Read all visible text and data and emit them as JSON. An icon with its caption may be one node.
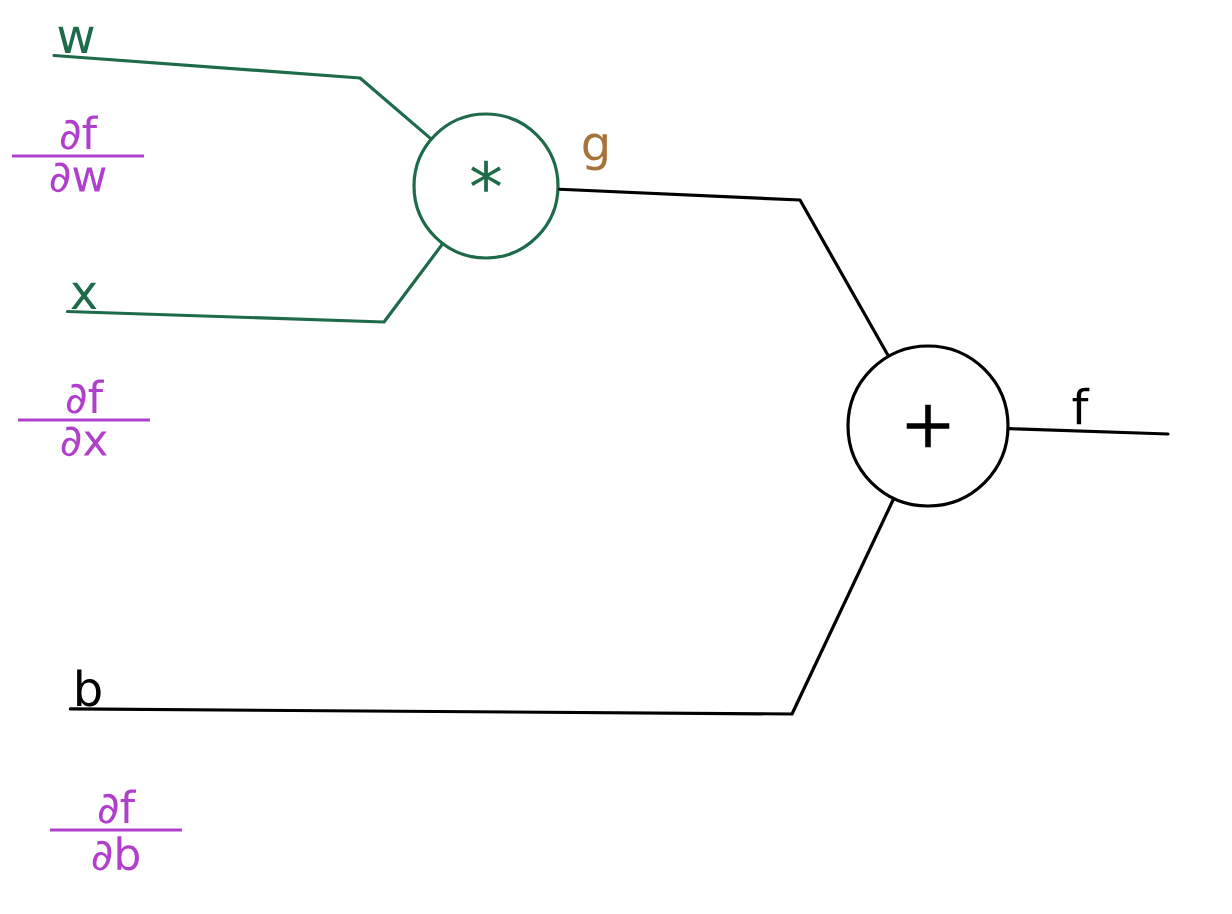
{
  "diagram": {
    "nodes": [
      {
        "text": [
          "w"
        ],
        "beside": [
          "∂f",
          "∂w"
        ]
      },
      {
        "text": [
          "x"
        ],
        "beside": [
          "∂f",
          "∂x"
        ]
      },
      {
        "text": [
          "*"
        ]
      },
      {
        "text": [
          "+"
        ]
      },
      {
        "text": [
          "b"
        ],
        "beside": [
          "∂f",
          "∂b"
        ]
      }
    ],
    "edges": [
      {
        "from": 0,
        "to": 2,
        "arrow": "none",
        "color": "#1e6b4a"
      },
      {
        "from": 1,
        "to": 2,
        "arrow": "none",
        "color": "#1e6b4a"
      },
      {
        "from": 2,
        "to": 3,
        "arrow": "none",
        "label": "g"
      },
      {
        "from": 4,
        "to": 3,
        "arrow": "none"
      },
      {
        "from": 3,
        "to": null,
        "arrow": "none",
        "label": "f"
      }
    ]
  }
}
